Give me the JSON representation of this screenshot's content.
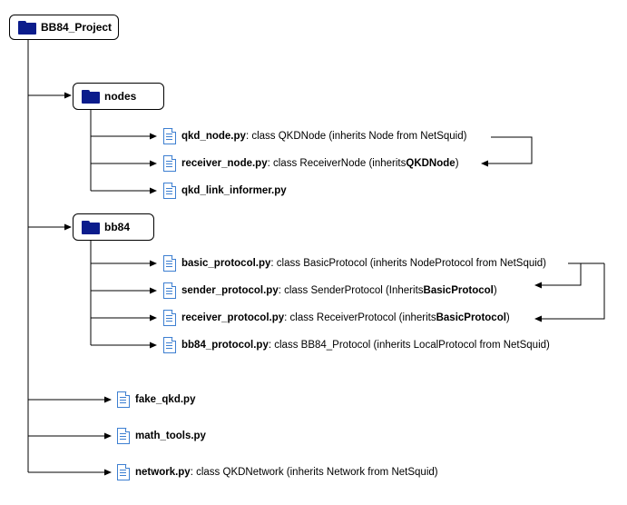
{
  "root": {
    "label": "BB84_Project"
  },
  "folders": {
    "nodes": {
      "label": "nodes"
    },
    "bb84": {
      "label": "bb84"
    }
  },
  "files": {
    "qkd_node": {
      "name": "qkd_node.py",
      "desc": ": class QKDNode (inherits Node from NetSquid)",
      "strong": "",
      "tail": ""
    },
    "receiver_node": {
      "name": "receiver_node.py",
      "desc": ": class ReceiverNode (inherits ",
      "strong": "QKDNode",
      "tail": ")"
    },
    "qkd_link_informer": {
      "name": "qkd_link_informer.py",
      "desc": "",
      "strong": "",
      "tail": ""
    },
    "basic_protocol": {
      "name": "basic_protocol.py",
      "desc": ": class BasicProtocol (inherits NodeProtocol from NetSquid)",
      "strong": "",
      "tail": ""
    },
    "sender_protocol": {
      "name": "sender_protocol.py",
      "desc": ": class SenderProtocol (Inherits ",
      "strong": "BasicProtocol",
      "tail": ")"
    },
    "receiver_protocol": {
      "name": "receiver_protocol.py",
      "desc": ": class ReceiverProtocol (inherits ",
      "strong": "BasicProtocol",
      "tail": ")"
    },
    "bb84_protocol": {
      "name": "bb84_protocol.py",
      "desc": ": class BB84_Protocol (inherits LocalProtocol from NetSquid)",
      "strong": "",
      "tail": ""
    },
    "fake_qkd": {
      "name": "fake_qkd.py",
      "desc": "",
      "strong": "",
      "tail": ""
    },
    "math_tools": {
      "name": "math_tools.py",
      "desc": "",
      "strong": "",
      "tail": ""
    },
    "network": {
      "name": "network.py",
      "desc": ": class QKDNetwork (inherits Network from NetSquid)",
      "strong": "",
      "tail": ""
    }
  },
  "icons": {
    "folder": "folder-icon",
    "file": "file-icon"
  },
  "colors": {
    "folder": "#0b1c8c",
    "file": "#3d7fd1",
    "line": "#000000"
  }
}
